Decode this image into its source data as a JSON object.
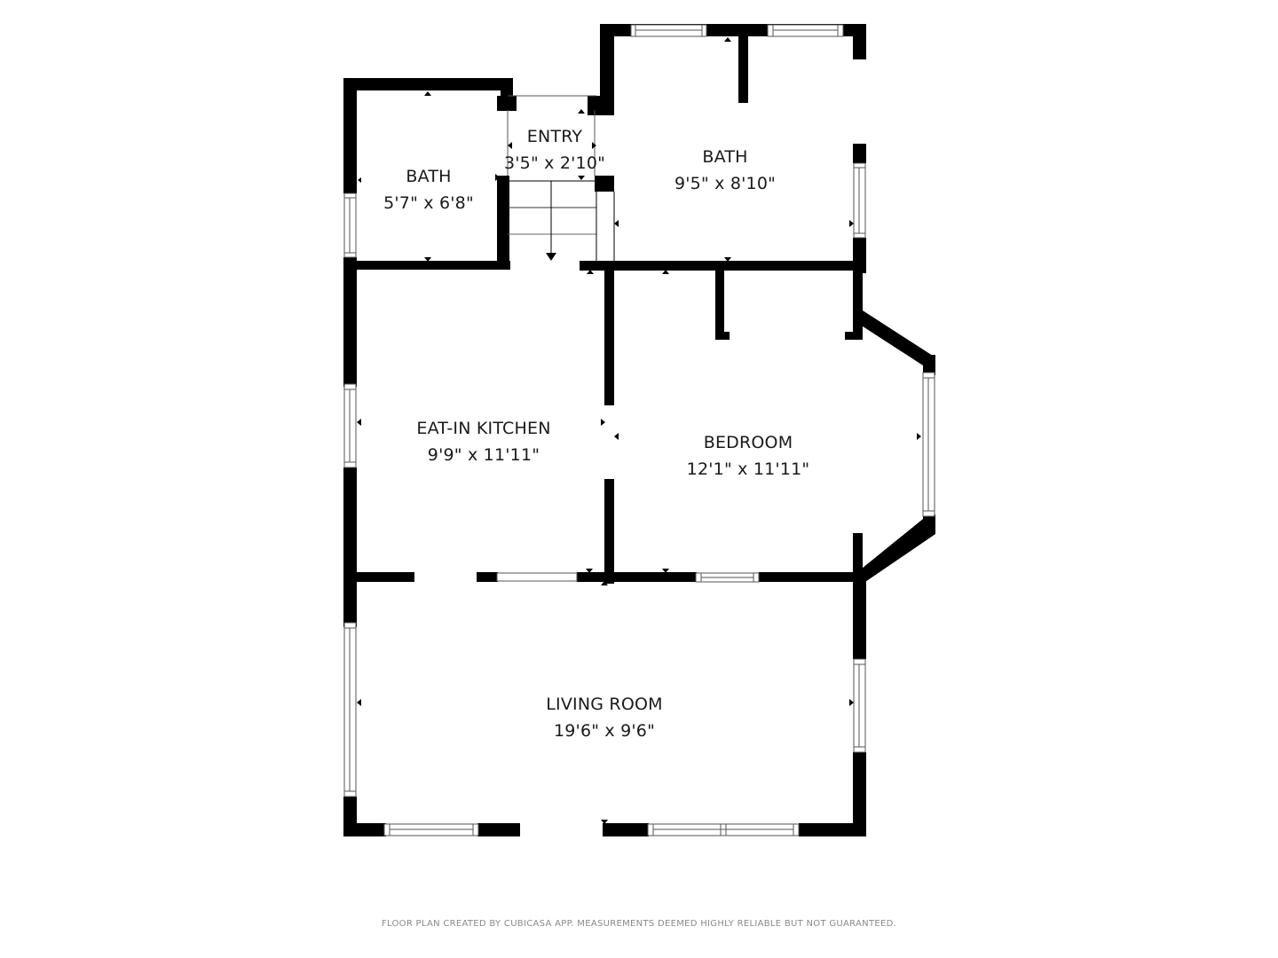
{
  "plan": {
    "type": "floor-plan",
    "colors": {
      "wall": "#000000",
      "background": "#ffffff",
      "text": "#1a1a1a",
      "footer_text": "#8a8a8a"
    },
    "rooms": [
      {
        "id": "bath-small",
        "name": "BATH",
        "dimensions": "5'7\" x 6'8\""
      },
      {
        "id": "entry",
        "name": "ENTRY",
        "dimensions": "3'5\" x 2'10\""
      },
      {
        "id": "bath-large",
        "name": "BATH",
        "dimensions": "9'5\" x 8'10\""
      },
      {
        "id": "kitchen",
        "name": "EAT-IN KITCHEN",
        "dimensions": "9'9\" x 11'11\""
      },
      {
        "id": "bedroom",
        "name": "BEDROOM",
        "dimensions": "12'1\" x 11'11\""
      },
      {
        "id": "living",
        "name": "LIVING ROOM",
        "dimensions": "19'6\" x 9'6\""
      }
    ]
  },
  "footer": {
    "disclaimer": "FLOOR PLAN CREATED BY CUBICASA APP. MEASUREMENTS DEEMED HIGHLY RELIABLE BUT NOT GUARANTEED."
  }
}
